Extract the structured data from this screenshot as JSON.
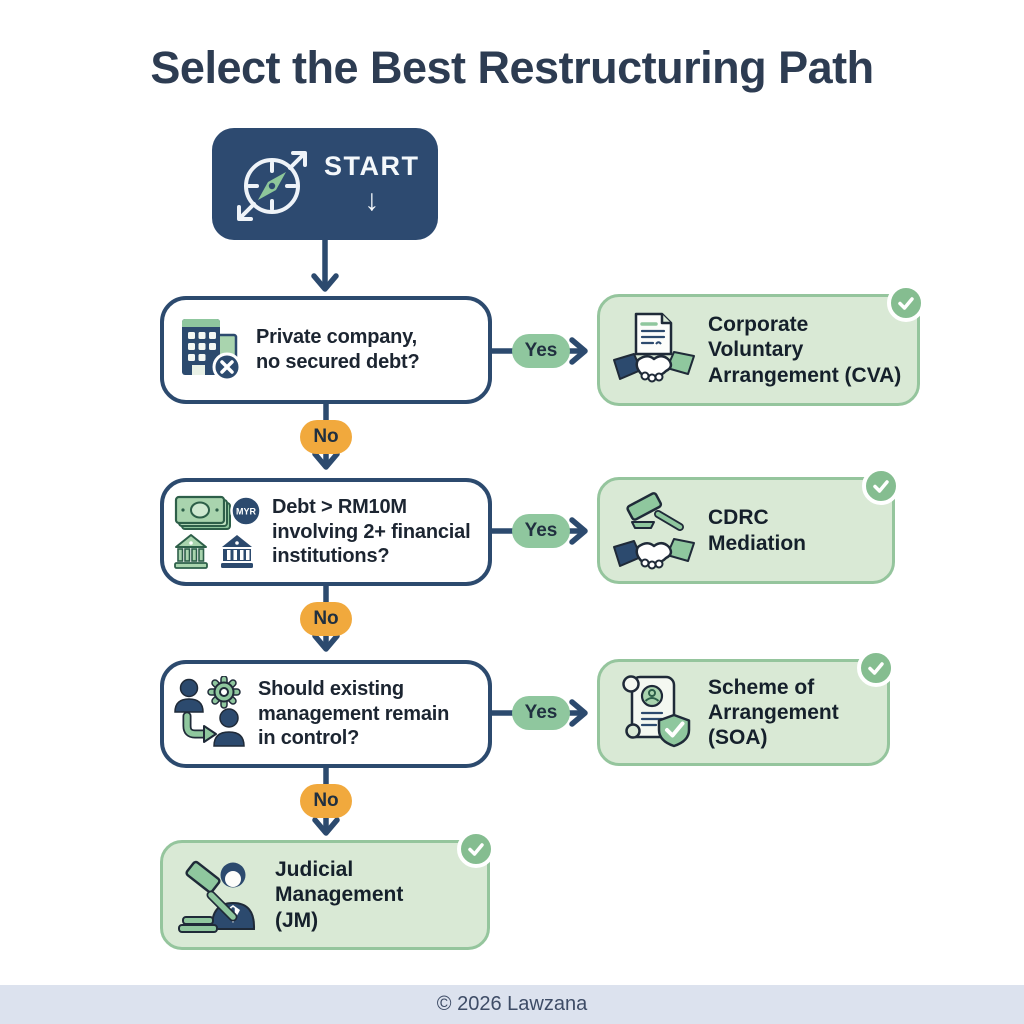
{
  "page": {
    "title": "Select the Best Restructuring Path",
    "footer": "© 2026 Lawzana"
  },
  "start": {
    "label": "START",
    "arrow": "↓",
    "icon": "compass-icon"
  },
  "labels": {
    "yes": "Yes",
    "no": "No"
  },
  "flow": {
    "decisions": [
      {
        "question": "Private company,\nno secured debt?",
        "icon": "company-no-debt-icon"
      },
      {
        "question": "Debt > RM10M\ninvolving 2+ financial\ninstitutions?",
        "icon": "money-banks-icon",
        "currency_badge": "MYR"
      },
      {
        "question": "Should existing\nmanagement remain\nin control?",
        "icon": "management-cycle-icon"
      }
    ],
    "outcomes": [
      {
        "label": "Corporate\nVoluntary\nArrangement (CVA)",
        "icon": "agreement-handshake-icon"
      },
      {
        "label": "CDRC\nMediation",
        "icon": "gavel-handshake-icon"
      },
      {
        "label": "Scheme of\nArrangement\n(SOA)",
        "icon": "scroll-shield-icon"
      },
      {
        "label": "Judicial\nManagement\n(JM)",
        "icon": "gavel-person-icon"
      }
    ]
  },
  "colors": {
    "navy": "#2c4a6e",
    "outcome_fill": "#d9e9d5",
    "outcome_border": "#95c59d",
    "yes_pill": "#8fc79e",
    "no_pill": "#f1a93d",
    "check_badge": "#85bd90",
    "footer_bg": "#dce2ee",
    "title_text": "#2d3c52"
  }
}
